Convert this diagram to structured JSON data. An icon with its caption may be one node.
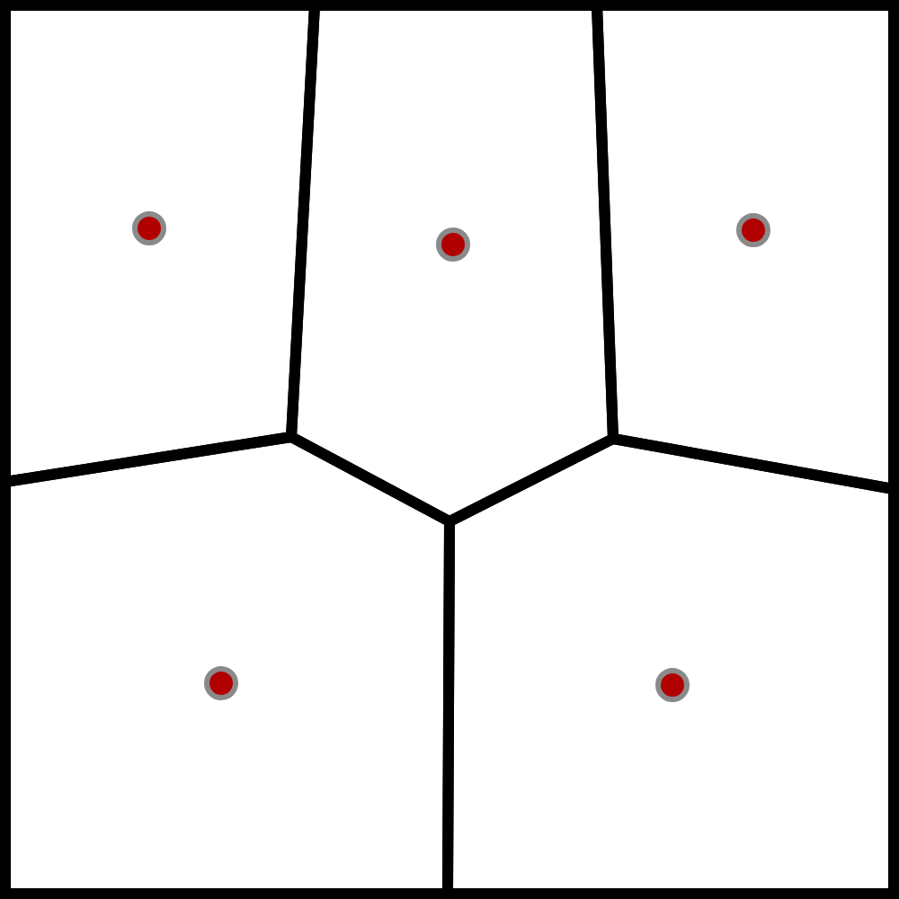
{
  "diagram": {
    "nodes": [
      {
        "text": [],
        "shape": "polygon"
      },
      {
        "text": [],
        "shape": "circle",
        "in": 0
      },
      {
        "text": [],
        "shape": "polygon"
      },
      {
        "text": [],
        "shape": "circle",
        "in": 2
      },
      {
        "text": [],
        "shape": "polygon"
      },
      {
        "text": [],
        "shape": "circle",
        "in": 4
      },
      {
        "text": [],
        "shape": "polygon"
      },
      {
        "text": [],
        "shape": "circle",
        "in": 6
      },
      {
        "text": [],
        "shape": "polygon"
      },
      {
        "text": [],
        "shape": "circle",
        "in": 8
      }
    ]
  }
}
